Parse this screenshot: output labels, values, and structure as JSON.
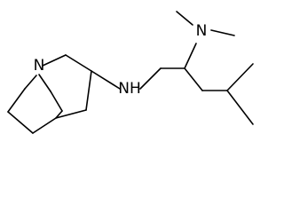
{
  "molecule": {
    "atoms": {
      "quinuclidine_n": "N",
      "amine_nh": "NH",
      "dimethylamino_n": "N"
    },
    "colors": {
      "bond": "#000000",
      "label": "#000000",
      "background": "#ffffff"
    }
  }
}
